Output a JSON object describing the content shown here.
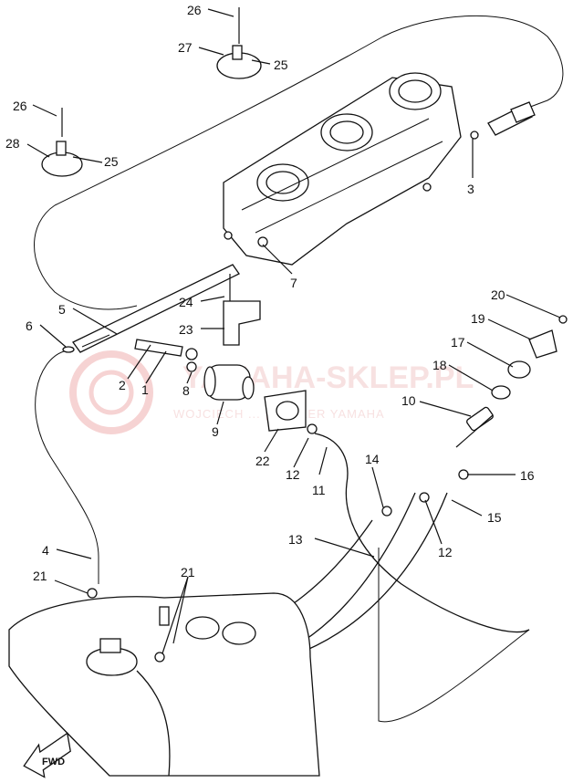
{
  "watermark": {
    "brand": "YAMAHA-SKLEP.PL",
    "subtitle": "WOJCIECH ... | DEALER YAMAHA",
    "color": "#e03030"
  },
  "fwd_label": "FWD",
  "callouts": {
    "c1": "1",
    "c2": "2",
    "c3": "3",
    "c4": "4",
    "c5": "5",
    "c6": "6",
    "c7": "7",
    "c8": "8",
    "c9": "9",
    "c10": "10",
    "c11": "11",
    "c12a": "12",
    "c12b": "12",
    "c13": "13",
    "c14": "14",
    "c15": "15",
    "c16": "16",
    "c17": "17",
    "c18": "18",
    "c19": "19",
    "c20": "20",
    "c21a": "21",
    "c21b": "21",
    "c22": "22",
    "c23": "23",
    "c24": "24",
    "c25a": "25",
    "c25b": "25",
    "c26a": "26",
    "c26b": "26",
    "c27": "27",
    "c28": "28"
  }
}
